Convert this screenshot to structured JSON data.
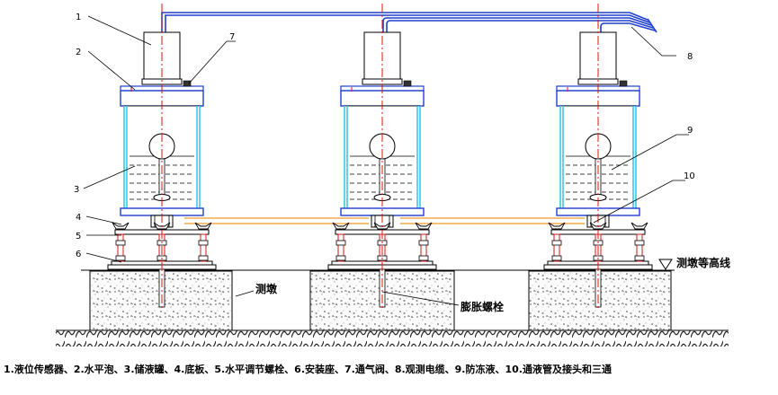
{
  "callouts": [
    "1",
    "2",
    "3",
    "4",
    "5",
    "6",
    "7",
    "8",
    "9",
    "10"
  ],
  "labels": {
    "elevation": "测墩等高线",
    "pier": "测墩",
    "bolt": "膨胀螺栓"
  },
  "caption": "1.液位传感器、2.水平泡、3.储液罐、4.底板、5.水平调节螺栓、6.安装座、7.通气阀、8.观测电缆、9.防冻液、10.通液管及接头和三通",
  "colors": {
    "cable": "#1f3fd0",
    "tank_wall": "#38c6ee",
    "center_line": "#e01010",
    "liquid_pipe": "#f09a2a",
    "bolt": "#d01818",
    "plate": "#1f3fd0"
  },
  "units": 3
}
